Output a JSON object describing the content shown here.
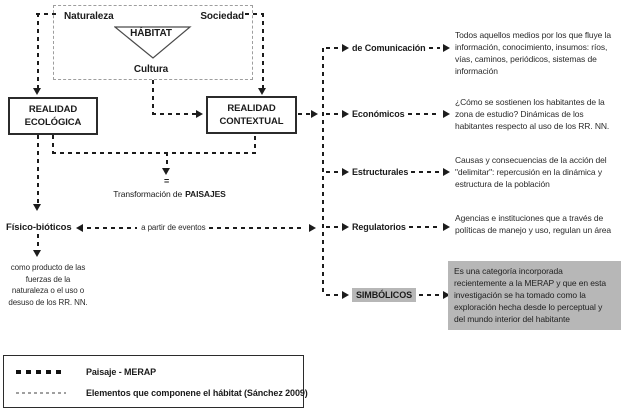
{
  "diagram": {
    "habitat_group": {
      "naturaleza": "Naturaleza",
      "sociedad": "Sociedad",
      "habitat": "HÁBITAT",
      "cultura": "Cultura"
    },
    "realidad_ecologica": {
      "line1": "REALIDAD",
      "line2": "ECOLÓGICA"
    },
    "realidad_contextual": {
      "line1": "REALIDAD",
      "line2": "CONTEXTUAL"
    },
    "transformacion": {
      "equals": "=",
      "text": "Transformación de",
      "bold": "PAISAJES"
    },
    "fisico_bioticos": {
      "label": "Físico-bióticos",
      "arrow_label": "a partir de eventos",
      "note": "como producto de las\nfuerzas de la\nnaturaleza o el uso o\ndesuso de los RR. NN."
    },
    "categories": [
      {
        "label": "de Comunicación",
        "description": "Todos aquellos medios por los que fluye la información, conocimiento, insumos: ríos, vías, caminos, periódicos, sistemas de información",
        "highlighted": false
      },
      {
        "label": "Económicos",
        "description": "¿Cómo se sostienen los habitantes de la zona de estudio? Dinámicas de los habitantes respecto al uso de los RR. NN.",
        "highlighted": false
      },
      {
        "label": "Estructurales",
        "description": "Causas y consecuencias de la acción del \"delimitar\": repercusión en la dinámica y estructura de la población",
        "highlighted": false
      },
      {
        "label": "Regulatorios",
        "description": "Agencias e instituciones que a través de políticas de manejo y uso, regulan un área",
        "highlighted": false
      },
      {
        "label": "SIMBÓLICOS",
        "description": "Es una categoría incorporada recientemente a la MERAP y que en esta investigación se ha tomado como la exploración hecha desde lo perceptual y del mundo interior del habitante",
        "highlighted": true
      }
    ],
    "legend": {
      "items": [
        {
          "label": "Paisaje - MERAP",
          "line_style": "bold-black-dashed"
        },
        {
          "label": "Elementos que componene el hábitat (Sánchez 2009)",
          "line_style": "light-gray-dashed"
        }
      ]
    },
    "colors": {
      "line": "#1c1c1c",
      "light_line": "#9e9e9e",
      "highlight_bg": "#b7b7b7",
      "text": "#1b1b1b"
    }
  }
}
